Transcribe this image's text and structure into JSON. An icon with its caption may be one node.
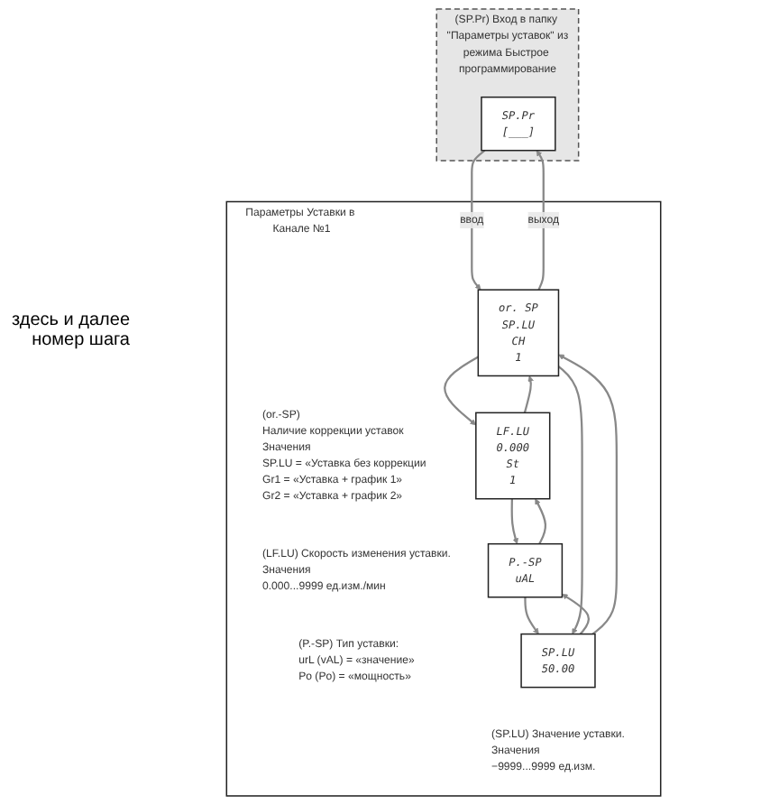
{
  "diagram": {
    "nodes": [
      {
        "text": [
          "(SP.Pr) Вход в папку \"Параметры уставок\" из режима Быстрое программирование"
        ]
      },
      {
        "text": [
          "SP.Pr",
          "[___]"
        ],
        "in": 0
      },
      {
        "text": [
          "Параметры Уставки в Канале №1"
        ]
      },
      {
        "text": [
          "or. SP",
          "SP.LU",
          "CH",
          "1"
        ],
        "in": 2,
        "beside": [
          "(or.-SP)",
          "Наличие коррекции уставок",
          "Значения",
          "SP.LU = «Уставка без коррекции",
          "Gr1 = «Уставка + график 1»",
          "Gr2 = «Уставка + график 2»"
        ]
      },
      {
        "text": [
          "LF.LU",
          "0.000",
          "St",
          "1"
        ],
        "in": 2,
        "beside": [
          "(LF.LU) Скорость изменения уставки.",
          "Значения",
          "0.000...9999 ед.изм./мин"
        ]
      },
      {
        "text": [
          "P.-SP",
          "uAL"
        ],
        "in": 2,
        "beside": [
          "(P.-SP) Тип уставки:",
          "urL (vAL) = «значение»",
          "Po (Po) = «мощность»"
        ]
      },
      {
        "text": [
          "SP.LU",
          "50.00"
        ],
        "in": 2,
        "beside": [
          "(SP.LU) Значение уставки.",
          "Значения",
          "−9999...9999 ед.изм."
        ]
      }
    ],
    "edges": [
      {
        "from": 1,
        "to": 3,
        "arrow": "to",
        "label": "ввод"
      },
      {
        "from": 3,
        "to": 1,
        "arrow": "to",
        "label": "выход"
      },
      {
        "from": 3,
        "to": 4,
        "arrow": "to"
      },
      {
        "from": 4,
        "to": 3,
        "arrow": "to"
      },
      {
        "from": 4,
        "to": 5,
        "arrow": "to"
      },
      {
        "from": 5,
        "to": 4,
        "arrow": "to"
      },
      {
        "from": 5,
        "to": 6,
        "arrow": "to"
      },
      {
        "from": 6,
        "to": 5,
        "arrow": "to"
      },
      {
        "from": 6,
        "to": 3,
        "arrow": "to"
      },
      {
        "from": 3,
        "to": 6,
        "arrow": "to"
      }
    ],
    "labels": [
      "здесь и далее номер шага"
    ]
  }
}
